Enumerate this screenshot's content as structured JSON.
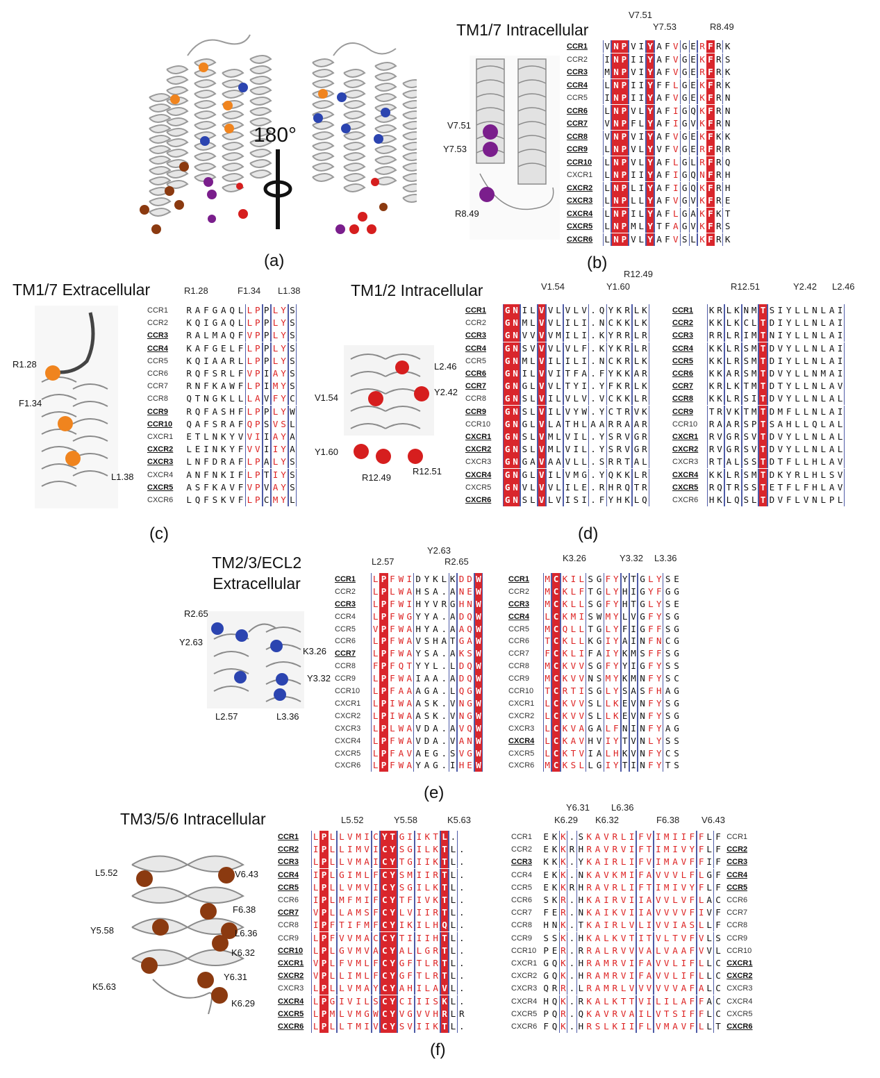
{
  "panels": {
    "a": "(a)",
    "b": "(b)",
    "c": "(c)",
    "d": "(d)",
    "e": "(e)",
    "f": "(f)"
  },
  "colors": {
    "accent": "#d9262c",
    "residue_red": "#dd2222",
    "box": "#4d5aa6",
    "orange": "#f0841e",
    "blue": "#2b44b0",
    "purple": "#7a1e8c",
    "brown": "#8b3a10",
    "red_sphere": "#d61e1e",
    "ribbon": "#d8d8d8"
  },
  "icons": [
    "rotation-axis-icon",
    "protein-ribbon-icon",
    "residue-sphere-icon"
  ],
  "panel_a": {
    "rotation": "180°"
  },
  "b": {
    "title": "TM1/7 Intracellular",
    "markers": [
      "V7.51",
      "Y7.53",
      "R8.49"
    ],
    "spheres": [
      "V7.51",
      "Y7.53",
      "R8.49"
    ]
  },
  "c": {
    "title": "TM1/7 Extracellular",
    "markers": [
      "R1.28",
      "F1.34",
      "L1.38"
    ],
    "spheres": [
      "R1.28",
      "F1.34",
      "L1.38"
    ]
  },
  "d": {
    "title": "TM1/2 Intracellular",
    "markers": [
      "V1.54",
      "R12.49",
      "Y1.60",
      "R12.51",
      "Y2.42",
      "L2.46"
    ],
    "spheres": [
      "L2.46",
      "V1.54",
      "Y2.42",
      "Y1.60",
      "R12.49",
      "R12.51"
    ]
  },
  "e": {
    "title": [
      "TM2/3/ECL2",
      "Extracellular"
    ],
    "markers": [
      "L2.57",
      "Y2.63",
      "R2.65",
      "K3.26",
      "Y3.32",
      "L3.36"
    ],
    "spheres": [
      "R2.65",
      "Y2.63",
      "K3.26",
      "Y3.32",
      "L2.57",
      "L3.36"
    ]
  },
  "f": {
    "title": "TM3/5/6 Intracellular",
    "markers": [
      "L5.52",
      "Y5.58",
      "K5.63",
      "Y6.31",
      "L6.36",
      "K6.29",
      "K6.32",
      "F6.38",
      "V6.43"
    ],
    "spheres": [
      "L5.52",
      "V6.43",
      "F6.38",
      "Y5.58",
      "L6.36",
      "K6.32",
      "K5.63",
      "Y6.31",
      "K6.29"
    ]
  },
  "alignments": {
    "b": {
      "rows": [
        {
          "name": "CCR1",
          "u": true,
          "seq": "VNPVIYAFVGERFRK"
        },
        {
          "name": "CCR2",
          "u": false,
          "seq": "INPIIYAFVGEKFRS"
        },
        {
          "name": "CCR3",
          "u": true,
          "seq": "MNPVIYAFVGERFRK"
        },
        {
          "name": "CCR4",
          "u": true,
          "seq": "LNPIIYFFLGEKFRK"
        },
        {
          "name": "CCR5",
          "u": false,
          "seq": "INPIIYAFVGEKFRN"
        },
        {
          "name": "CCR6",
          "u": true,
          "seq": "LNPVLYAFIGQKFRN"
        },
        {
          "name": "CCR7",
          "u": true,
          "seq": "VNPFLYAFIGVKFRN"
        },
        {
          "name": "CCR8",
          "u": true,
          "seq": "VNPVIYAFVGEKFKK"
        },
        {
          "name": "CCR9",
          "u": true,
          "seq": "LNPVLYVFVGERFRR"
        },
        {
          "name": "CCR10",
          "u": true,
          "seq": "LNPVLYAFLGLRFRQ"
        },
        {
          "name": "CXCR1",
          "u": false,
          "seq": "LNPIIYAFIGQNFRH"
        },
        {
          "name": "CXCR2",
          "u": true,
          "seq": "LNPLIYAFIGQKFRH"
        },
        {
          "name": "CXCR3",
          "u": true,
          "seq": "LNPLLYAFVGVKFRE"
        },
        {
          "name": "CXCR4",
          "u": true,
          "seq": "LNPILYAFLGAKFKT"
        },
        {
          "name": "CXCR5",
          "u": true,
          "seq": "LNPMLYTFAGVKFRS"
        },
        {
          "name": "CXCR6",
          "u": true,
          "seq": "LNPVLYAFVSLKFRK"
        }
      ]
    },
    "c": {
      "rows": [
        {
          "name": "CCR1",
          "u": false,
          "seq": "RAFGAQLLPPLYS"
        },
        {
          "name": "CCR2",
          "u": false,
          "seq": "KQIGAQLLPPLYS"
        },
        {
          "name": "CCR3",
          "u": true,
          "seq": "RALMAQFVPPLYS"
        },
        {
          "name": "CCR4",
          "u": true,
          "seq": "KAFGELFLPPLYS"
        },
        {
          "name": "CCR5",
          "u": false,
          "seq": "KQIAARLLPPLYS"
        },
        {
          "name": "CCR6",
          "u": false,
          "seq": "RQFSRLFVPIAYS"
        },
        {
          "name": "CCR7",
          "u": false,
          "seq": "RNFKAWFLPIMYS"
        },
        {
          "name": "CCR8",
          "u": false,
          "seq": "QTNGKLLLAVFYC"
        },
        {
          "name": "CCR9",
          "u": true,
          "seq": "RQFASHFLPPLYW"
        },
        {
          "name": "CCR10",
          "u": true,
          "seq": "QAFSRAFQPSVSL"
        },
        {
          "name": "CXCR1",
          "u": false,
          "seq": "ETLNKYVVIIAYA"
        },
        {
          "name": "CXCR2",
          "u": true,
          "seq": "LEINKYFVVIIYA"
        },
        {
          "name": "CXCR3",
          "u": true,
          "seq": "LNFDRAFLPALYS"
        },
        {
          "name": "CXCR4",
          "u": false,
          "seq": "ANFNKIFLPTIYS"
        },
        {
          "name": "CXCR5",
          "u": true,
          "seq": "ASFKAVFVPVAYS"
        },
        {
          "name": "CXCR6",
          "u": false,
          "seq": "LQFSKVFLPCMYL"
        }
      ]
    },
    "d1": {
      "rows": [
        {
          "name": "CCR1",
          "u": true,
          "seq": "GNILVVLVLV.QYKRLK"
        },
        {
          "name": "CCR2",
          "u": false,
          "seq": "GNMLVVLILI.NCKKLK"
        },
        {
          "name": "CCR3",
          "u": true,
          "seq": "GNVVVVMILI.KYRRLR"
        },
        {
          "name": "CCR4",
          "u": true,
          "seq": "GNSVVVLVLF.KYKRLR"
        },
        {
          "name": "CCR5",
          "u": false,
          "seq": "GNMLVILILI.NCKRLK"
        },
        {
          "name": "CCR6",
          "u": true,
          "seq": "GNILVVITFA.FYKKAR"
        },
        {
          "name": "CCR7",
          "u": true,
          "seq": "GNGLVVLTYI.YFKRLK"
        },
        {
          "name": "CCR8",
          "u": false,
          "seq": "GNSLVILVLV.VCKKLR"
        },
        {
          "name": "CCR9",
          "u": true,
          "seq": "GNSLVILVYW.YCTRVK"
        },
        {
          "name": "CCR10",
          "u": false,
          "seq": "GNGLVLATHLAARRAAR"
        },
        {
          "name": "CXCR1",
          "u": true,
          "seq": "GNSLVMLVIL.YSRVGR"
        },
        {
          "name": "CXCR2",
          "u": true,
          "seq": "GNSLVMLVIL.YSRVGR"
        },
        {
          "name": "CXCR3",
          "u": false,
          "seq": "GNGAVAAVLL.SRRTAL"
        },
        {
          "name": "CXCR4",
          "u": true,
          "seq": "GNGLVILVMG.YQKKLR"
        },
        {
          "name": "CXCR5",
          "u": false,
          "seq": "GNVLVVLILE.RHRQTR"
        },
        {
          "name": "CXCR6",
          "u": true,
          "seq": "GNSLVLVISI.FYHKLQ"
        }
      ]
    },
    "d2": {
      "rows": [
        {
          "name": "CCR1",
          "u": true,
          "seq": "KRLKNMTSIYLLNLAI"
        },
        {
          "name": "CCR2",
          "u": true,
          "seq": "KKLKCLTDIYLLNLAI"
        },
        {
          "name": "CCR3",
          "u": true,
          "seq": "RRLRIMTNIYLLNLAI"
        },
        {
          "name": "CCR4",
          "u": true,
          "seq": "KKLRSMTDVYLLNLAI"
        },
        {
          "name": "CCR5",
          "u": true,
          "seq": "KKLRSMTDIYLLNLAI"
        },
        {
          "name": "CCR6",
          "u": true,
          "seq": "KKARSMTDVYLLNMAI"
        },
        {
          "name": "CCR7",
          "u": true,
          "seq": "KRLKTMTDTYLLNLAV"
        },
        {
          "name": "CCR8",
          "u": true,
          "seq": "KKLRSITDVYLLNLAL"
        },
        {
          "name": "CCR9",
          "u": true,
          "seq": "TRVKTMTDMFLLNLAI"
        },
        {
          "name": "CCR10",
          "u": false,
          "seq": "RAARSPTSAHLLQLAL"
        },
        {
          "name": "CXCR1",
          "u": true,
          "seq": "RVGRSVTDVYLLNLAL"
        },
        {
          "name": "CXCR2",
          "u": true,
          "seq": "RVGRSVTDVYLLNLAL"
        },
        {
          "name": "CXCR3",
          "u": false,
          "seq": "RTALSSTDTFLLHLAV"
        },
        {
          "name": "CXCR4",
          "u": true,
          "seq": "KKLRSMTDKYRLHLSV"
        },
        {
          "name": "CXCR5",
          "u": true,
          "seq": "RQTRSSTETFLFHLAV"
        },
        {
          "name": "CXCR6",
          "u": false,
          "seq": "HKLQSLTDVFLVNLPL"
        }
      ]
    },
    "e1": {
      "rows": [
        {
          "name": "CCR1",
          "u": true,
          "seq": "LPFWIDYKLKDDW"
        },
        {
          "name": "CCR2",
          "u": false,
          "seq": "LPLWAHSA.ANEW"
        },
        {
          "name": "CCR3",
          "u": true,
          "seq": "LPFWIHYVRGHNW"
        },
        {
          "name": "CCR4",
          "u": false,
          "seq": "LPFWGYYA.ADQW"
        },
        {
          "name": "CCR5",
          "u": false,
          "seq": "VPFWAHYA.AAQW"
        },
        {
          "name": "CCR6",
          "u": false,
          "seq": "LPFWAVSHATGAW"
        },
        {
          "name": "CCR7",
          "u": true,
          "seq": "LPFWAYSA.AKSW"
        },
        {
          "name": "CCR8",
          "u": false,
          "seq": "FPFQTYYL.LDQW"
        },
        {
          "name": "CCR9",
          "u": false,
          "seq": "LPFWAIAA.ADQW"
        },
        {
          "name": "CCR10",
          "u": false,
          "seq": "LPFAAAGA.LQGW"
        },
        {
          "name": "CXCR1",
          "u": false,
          "seq": "LPIWAASK.VNGW"
        },
        {
          "name": "CXCR2",
          "u": false,
          "seq": "LPIWAASK.VNGW"
        },
        {
          "name": "CXCR3",
          "u": false,
          "seq": "LPLWAVDA.AVQW"
        },
        {
          "name": "CXCR4",
          "u": false,
          "seq": "LPFWAVDA.VANW"
        },
        {
          "name": "CXCR5",
          "u": false,
          "seq": "LPFAVAEG.SVGW"
        },
        {
          "name": "CXCR6",
          "u": false,
          "seq": "LPFWAYAG.IHEW"
        }
      ]
    },
    "e2": {
      "rows": [
        {
          "name": "CCR1",
          "u": true,
          "seq": "MCKILSGFYYTGLYSE"
        },
        {
          "name": "CCR2",
          "u": false,
          "seq": "MCKLFTGLYHIGYFGG"
        },
        {
          "name": "CCR3",
          "u": true,
          "seq": "MCKLLSGFYHTGLYSE"
        },
        {
          "name": "CCR4",
          "u": true,
          "seq": "LCKMISWMYLVGFYSG"
        },
        {
          "name": "CCR5",
          "u": false,
          "seq": "MCQLLTGLYFIGFFSG"
        },
        {
          "name": "CCR6",
          "u": false,
          "seq": "TCKLLKGIYAINFNCG"
        },
        {
          "name": "CCR7",
          "u": false,
          "seq": "FCKLIFAIYKMSFFSG"
        },
        {
          "name": "CCR8",
          "u": false,
          "seq": "MCKVVSGFYYIGFYSS"
        },
        {
          "name": "CCR9",
          "u": false,
          "seq": "MCKVVNSMYKMNFYSC"
        },
        {
          "name": "CCR10",
          "u": false,
          "seq": "TCRTISGLYSASFHAG"
        },
        {
          "name": "CXCR1",
          "u": false,
          "seq": "LCKVVSLLKEVNFYSG"
        },
        {
          "name": "CXCR2",
          "u": false,
          "seq": "LCKVVSLLKEVNFYSG"
        },
        {
          "name": "CXCR3",
          "u": false,
          "seq": "LCKVAGALFNINFYAG"
        },
        {
          "name": "CXCR4",
          "u": true,
          "seq": "LCKAVHVIYTVNLYSS"
        },
        {
          "name": "CXCR5",
          "u": false,
          "seq": "LCKTVIALHKVNFYCS"
        },
        {
          "name": "CXCR6",
          "u": false,
          "seq": "MCKSLLGIYTINFYTS"
        }
      ]
    },
    "f1": {
      "rows": [
        {
          "name": "CCR1",
          "u": true,
          "seq": "LPLLVMICYTGIIKTL."
        },
        {
          "name": "CCR2",
          "u": true,
          "seq": "IPLLIMVICYSGILKTL."
        },
        {
          "name": "CCR3",
          "u": true,
          "seq": "LPLLVMAICYTGIIKTL."
        },
        {
          "name": "CCR4",
          "u": true,
          "seq": "IPLGIMLFCYSMIIRTL."
        },
        {
          "name": "CCR5",
          "u": true,
          "seq": "LPLLVMVICYSGILKTL."
        },
        {
          "name": "CCR6",
          "u": false,
          "seq": "IPLMFMIFCYTFIVKTL."
        },
        {
          "name": "CCR7",
          "u": true,
          "seq": "VPLLAMSFCYLVIIRTL."
        },
        {
          "name": "CCR8",
          "u": false,
          "seq": "IPFTIFMFCYIKILHQL."
        },
        {
          "name": "CCR9",
          "u": false,
          "seq": "LPFVVMACCYTIIIHTL."
        },
        {
          "name": "CCR10",
          "u": true,
          "seq": "LPLGVMVACYALLGRTL."
        },
        {
          "name": "CXCR1",
          "u": true,
          "seq": "VPLFVMLFCYGFTLRTL."
        },
        {
          "name": "CXCR2",
          "u": true,
          "seq": "VPLLIMLFCYGFTLRTL."
        },
        {
          "name": "CXCR3",
          "u": false,
          "seq": "LPLLVMAYCYAHILAVL."
        },
        {
          "name": "CXCR4",
          "u": true,
          "seq": "LPGIVILSCYCIIISKL."
        },
        {
          "name": "CXCR5",
          "u": true,
          "seq": "LPMLVMGWCYVGVVHRLR"
        },
        {
          "name": "CXCR6",
          "u": true,
          "seq": "LPLLTMIVCYSVIIKTL."
        }
      ]
    },
    "f2": {
      "rows": [
        {
          "name": "CCR1",
          "u": false,
          "seq": "EKK.SKAVRLIFVIMIIFFLF",
          "tail": "CCR1",
          "tu": false
        },
        {
          "name": "CCR2",
          "u": false,
          "seq": "EKKRHRAVRVIFTIMIVYFLF",
          "tail": "CCR2",
          "tu": true
        },
        {
          "name": "CCR3",
          "u": true,
          "seq": "KKK.YKAIRLIFVIMAVFFIF",
          "tail": "CCR3",
          "tu": true
        },
        {
          "name": "CCR4",
          "u": false,
          "seq": "EKK.NKAVKMIFAVVVLFLGF",
          "tail": "CCR4",
          "tu": true
        },
        {
          "name": "CCR5",
          "u": false,
          "seq": "EKKRHRAVRLIFTIMIVYFLF",
          "tail": "CCR5",
          "tu": true
        },
        {
          "name": "CCR6",
          "u": false,
          "seq": "SKR.HKAIRVIIAVVLVFLAC",
          "tail": "CCR6",
          "tu": false
        },
        {
          "name": "CCR7",
          "u": false,
          "seq": "FER.NKAIKVIIAVVVVFIVF",
          "tail": "CCR7",
          "tu": false
        },
        {
          "name": "CCR8",
          "u": false,
          "seq": "HNK.TKAIRLVLIVVIASLLF",
          "tail": "CCR8",
          "tu": false
        },
        {
          "name": "CCR9",
          "u": false,
          "seq": "SSK.HKALKVTITVLTVFVLS",
          "tail": "CCR9",
          "tu": false
        },
        {
          "name": "CCR10",
          "u": false,
          "seq": "PER.RRALRVVVALVAAFVVL",
          "tail": "CCR10",
          "tu": false
        },
        {
          "name": "CXCR1",
          "u": false,
          "seq": "GQK.HRAMRVIFAVVLIFLLC",
          "tail": "CXCR1",
          "tu": true
        },
        {
          "name": "CXCR2",
          "u": false,
          "seq": "GQK.HRAMRVIFAVVLIFLLC",
          "tail": "CXCR2",
          "tu": true
        },
        {
          "name": "CXCR3",
          "u": false,
          "seq": "QRR.LRAMRLVVVVVVAFALC",
          "tail": "CXCR3",
          "tu": false
        },
        {
          "name": "CXCR4",
          "u": false,
          "seq": "HQK.RKALKTTVILILAFFAC",
          "tail": "CXCR4",
          "tu": false
        },
        {
          "name": "CXCR5",
          "u": false,
          "seq": "PQR.QKAVRVAILVTSIFFLC",
          "tail": "CXCR5",
          "tu": false
        },
        {
          "name": "CXCR6",
          "u": false,
          "seq": "FQK.HRSLKIIFLVMAVFLLT",
          "tail": "CXCR6",
          "tu": true
        }
      ]
    }
  }
}
